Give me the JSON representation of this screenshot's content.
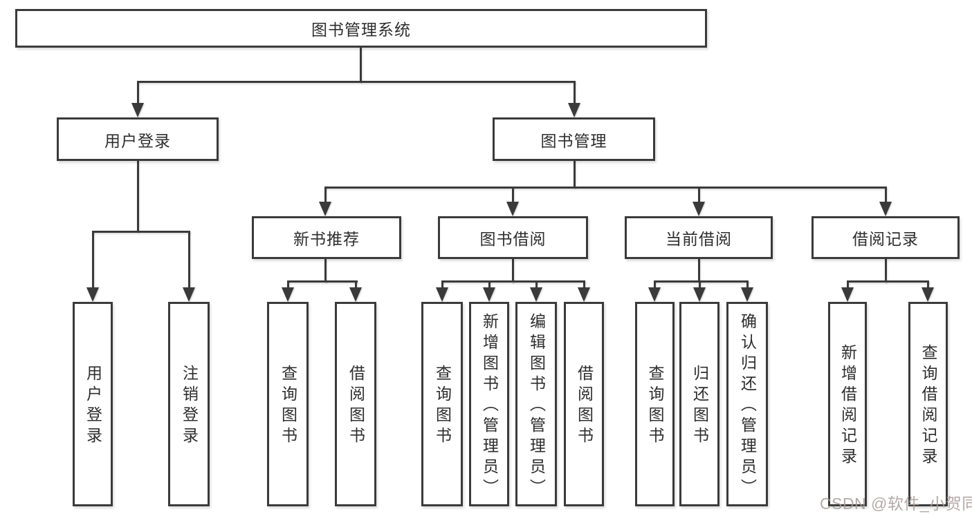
{
  "diagram": {
    "root": {
      "label": "图书管理系统"
    },
    "level1": [
      {
        "id": "user-login",
        "label": "用户登录"
      },
      {
        "id": "book-management",
        "label": "图书管理"
      }
    ],
    "level2": [
      {
        "id": "new-book-recommend",
        "label": "新书推荐",
        "parent": "图书管理"
      },
      {
        "id": "book-borrow",
        "label": "图书借阅",
        "parent": "图书管理"
      },
      {
        "id": "current-borrow",
        "label": "当前借阅",
        "parent": "图书管理"
      },
      {
        "id": "borrow-record",
        "label": "借阅记录",
        "parent": "图书管理"
      }
    ],
    "level3": [
      {
        "label": "用户登录",
        "parent": "用户登录"
      },
      {
        "label": "注销登录",
        "parent": "用户登录"
      },
      {
        "label": "查询图书",
        "parent": "新书推荐"
      },
      {
        "label": "借阅图书",
        "parent": "新书推荐"
      },
      {
        "label": "查询图书",
        "parent": "图书借阅"
      },
      {
        "label": "新增图书（管理员）",
        "parent": "图书借阅"
      },
      {
        "label": "编辑图书（管理员）",
        "parent": "图书借阅"
      },
      {
        "label": "借阅图书",
        "parent": "图书借阅"
      },
      {
        "label": "查询图书",
        "parent": "当前借阅"
      },
      {
        "label": "归还图书",
        "parent": "当前借阅"
      },
      {
        "label": "确认归还（管理员）",
        "parent": "当前借阅"
      },
      {
        "label": "新增借阅记录",
        "parent": "借阅记录"
      },
      {
        "label": "查询借阅记录",
        "parent": "借阅记录"
      }
    ],
    "watermark": "CSDN @软件_小贺同学",
    "colors": {
      "line": "#3a3a3a",
      "text": "#2d2d2d",
      "watermark": "#a89b98",
      "bg": "#ffffff"
    }
  }
}
